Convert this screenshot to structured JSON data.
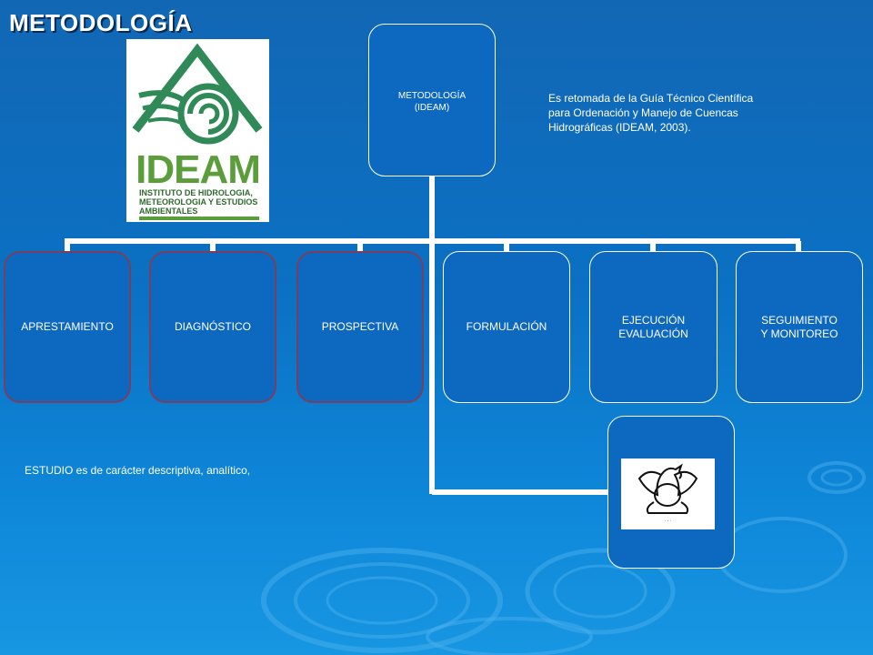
{
  "title": "METODOLOGÍA",
  "logo": {
    "wordmark": "IDEAM",
    "tagline": "INSTITUTO DE HIDROLOGIA, METEOROLOGIA Y ESTUDIOS AMBIENTALES"
  },
  "root": {
    "line1": "METODOLOGÍA",
    "line2": "(IDEAM)"
  },
  "description": "Es retomada de la Guía Técnico Científica para Ordenación y Manejo de Cuencas Hidrográficas (IDEAM, 2003).",
  "phases": [
    {
      "line1": "APRESTAMIENTO",
      "line2": ""
    },
    {
      "line1": "DIAGNÓSTICO",
      "line2": ""
    },
    {
      "line1": "PROSPECTIVA",
      "line2": ""
    },
    {
      "line1": "FORMULACIÓN",
      "line2": ""
    },
    {
      "line1": "EJECUCIÓN",
      "line2": "EVALUACIÓN"
    },
    {
      "line1": "SEGUIMIENTO",
      "line2": "Y MONITOREO"
    }
  ],
  "note": "ESTUDIO es de carácter descriptiva, analítico,",
  "colors": {
    "background": "#0b71c4",
    "node_fill": "#0d68c0",
    "node_border_highlight": "#7a3f5e",
    "logo_green": "#5c9d3b"
  }
}
